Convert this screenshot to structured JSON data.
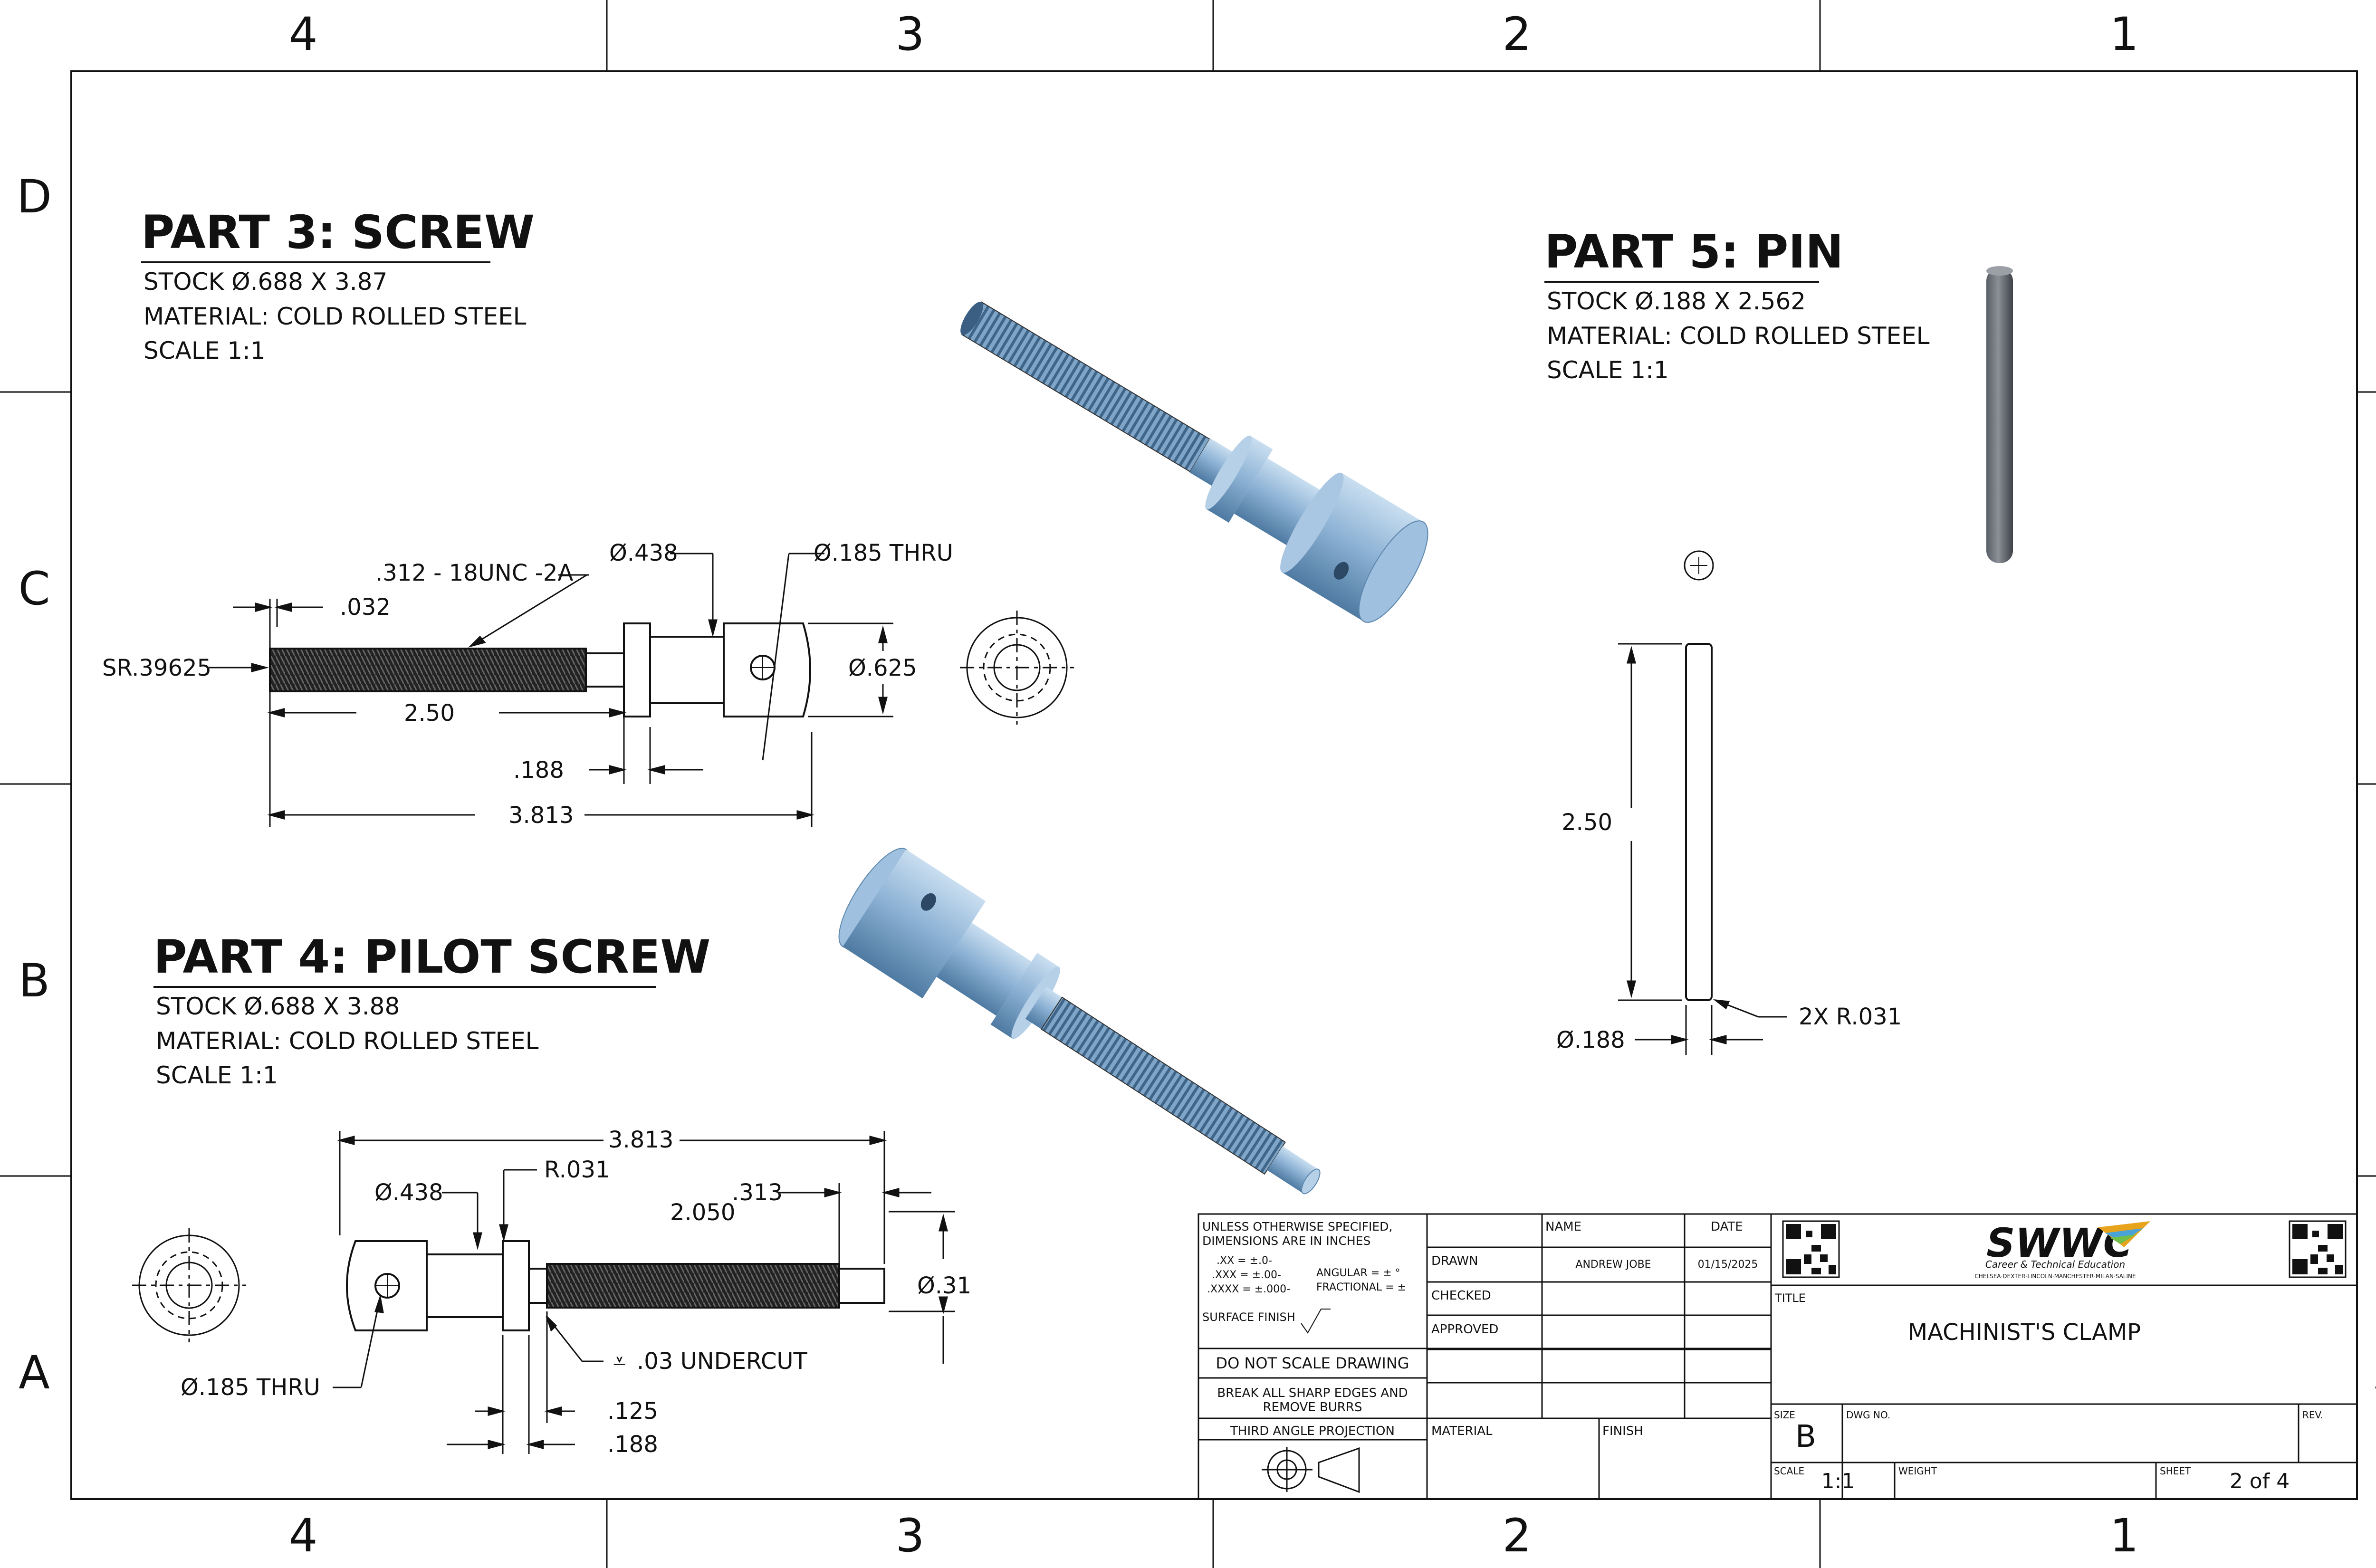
{
  "zones": {
    "columns": [
      "4",
      "3",
      "2",
      "1"
    ],
    "rows": [
      "D",
      "C",
      "B",
      "A"
    ]
  },
  "part3": {
    "title": "PART 3: SCREW",
    "stock": "STOCK Ø.688 X 3.87",
    "material": "MATERIAL: COLD ROLLED STEEL",
    "scale": "SCALE 1:1",
    "dims": {
      "thread": ".312 - 18UNC -2A",
      "d438": "Ø.438",
      "thru": "Ø.185 THRU",
      "chamfer": ".032",
      "sr": "SR.39625",
      "d625": "Ø.625",
      "len250": "2.50",
      "len188": ".188",
      "len3813": "3.813"
    }
  },
  "part4": {
    "title": "PART 4: PILOT SCREW",
    "stock": "STOCK Ø.688 X 3.88",
    "material": "MATERIAL: COLD ROLLED STEEL",
    "scale": "SCALE 1:1",
    "dims": {
      "len3813": "3.813",
      "r031": "R.031",
      "d438": "Ø.438",
      "len2050": "2.050",
      "len313": ".313",
      "d31": "Ø.31",
      "thru": "Ø.185 THRU",
      "undercut": ".03 UNDERCUT",
      "len125": ".125",
      "len188": ".188"
    }
  },
  "part5": {
    "title": "PART 5: PIN",
    "stock": "STOCK Ø.188 X 2.562",
    "material": "MATERIAL: COLD ROLLED STEEL",
    "scale": "SCALE 1:1",
    "dims": {
      "len250": "2.50",
      "d188": "Ø.188",
      "r031": "2X R.031"
    }
  },
  "title_block": {
    "tolerance_header_1": "UNLESS OTHERWISE SPECIFIED,",
    "tolerance_header_2": "DIMENSIONS ARE IN INCHES",
    "tol_xx": ".XX = ±.0-",
    "tol_xxx": ".XXX = ±.00-",
    "tol_xxxx": ".XXXX = ±.000-",
    "tol_angular": "ANGULAR = ± °",
    "tol_fractional": "FRACTIONAL = ±",
    "surface_finish": "SURFACE FINISH",
    "do_not_scale": "DO NOT SCALE DRAWING",
    "break_edges_1": "BREAK ALL SHARP EDGES AND",
    "break_edges_2": "REMOVE BURRS",
    "projection": "THIRD ANGLE PROJECTION",
    "name_header": "NAME",
    "date_header": "DATE",
    "drawn": "DRAWN",
    "drawn_name": "ANDREW JOBE",
    "drawn_date": "01/15/2025",
    "checked": "CHECKED",
    "approved": "APPROVED",
    "material": "MATERIAL",
    "finish": "FINISH",
    "logo_text": "SWWC",
    "logo_sub": "Career & Technical Education",
    "logo_sub2": "CHELSEA·DEXTER·LINCOLN·MANCHESTER·MILAN·SALINE",
    "title_label": "TITLE",
    "title": "MACHINIST'S CLAMP",
    "size_label": "SIZE",
    "size": "B",
    "dwg_no_label": "DWG NO.",
    "rev_label": "REV.",
    "scale_label": "SCALE",
    "scale": "1:1",
    "weight_label": "WEIGHT",
    "sheet_label": "SHEET",
    "sheet": "2 of 4"
  },
  "colors": {
    "line": "#111111",
    "part_fill": "#8fb4d6",
    "part_dark": "#5c86ad",
    "part_light": "#c4dcf0"
  }
}
